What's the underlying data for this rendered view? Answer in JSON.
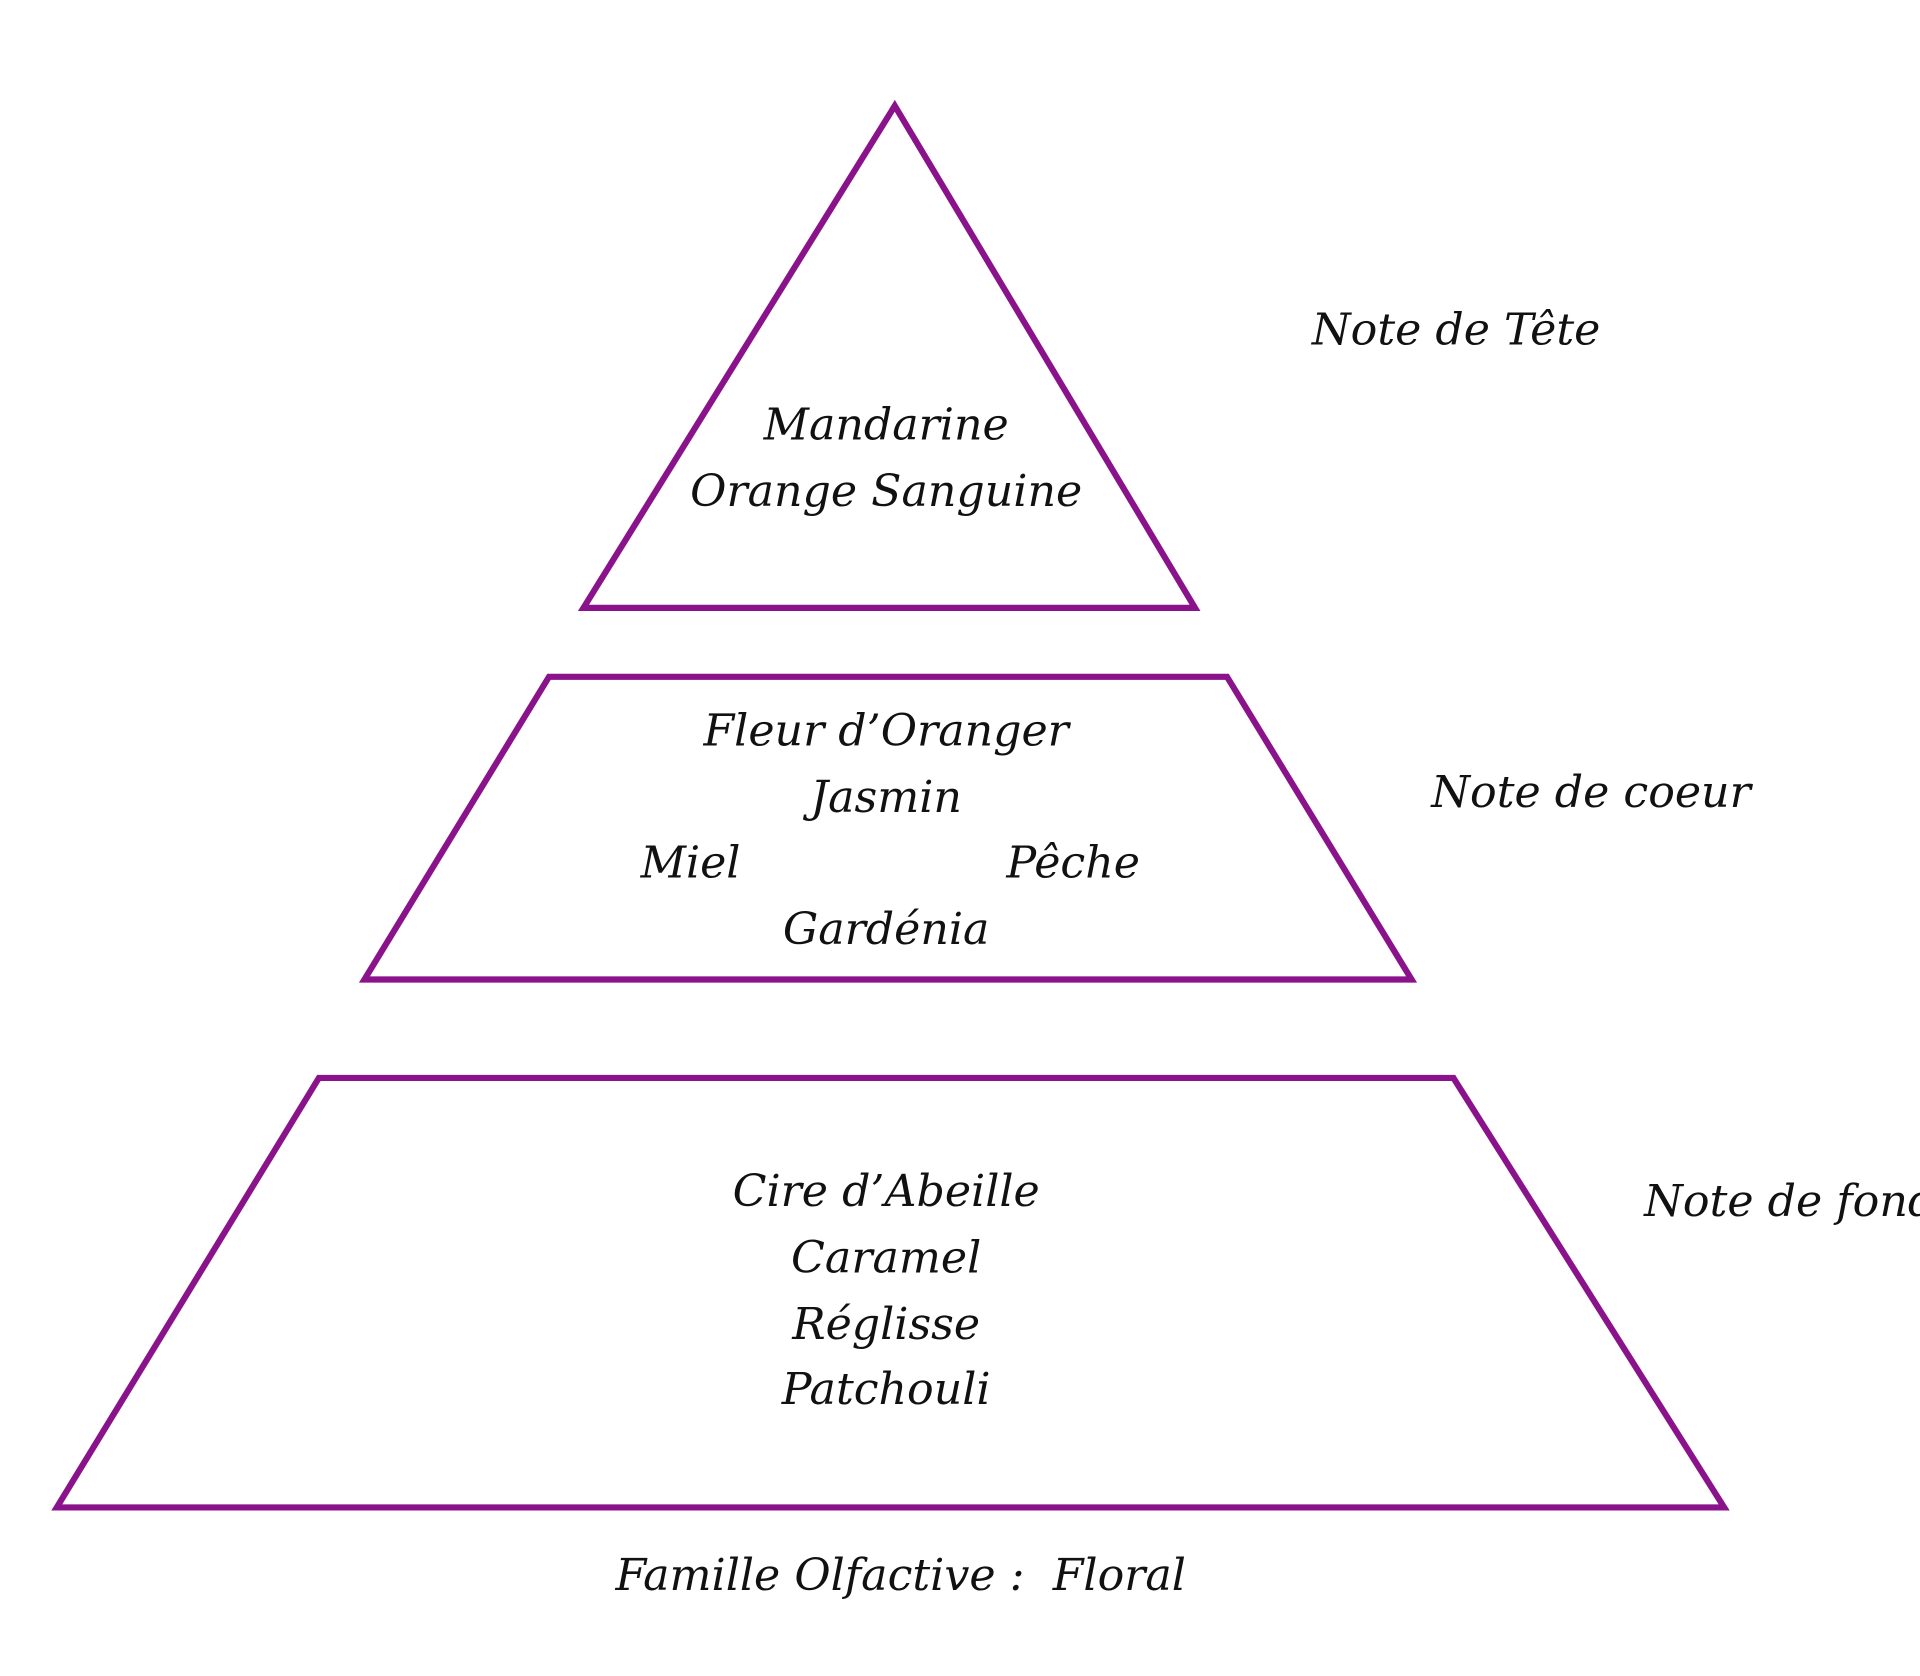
{
  "colors": {
    "outline": "#8a128a",
    "text": "#111111"
  },
  "pyramid": {
    "top": {
      "label": "Note de Tête",
      "notes": [
        "Mandarine",
        "Orange Sanguine"
      ]
    },
    "heart": {
      "label": "Note de coeur",
      "notes": [
        "Fleur d’Oranger",
        "Jasmin",
        "Miel",
        "Pêche",
        "Gardénia"
      ]
    },
    "base": {
      "label": "Note de fond",
      "notes": [
        "Cire d’Abeille",
        "Caramel",
        "Réglisse",
        "Patchouli"
      ]
    }
  },
  "footer": "Famille Olfactive :  Floral"
}
